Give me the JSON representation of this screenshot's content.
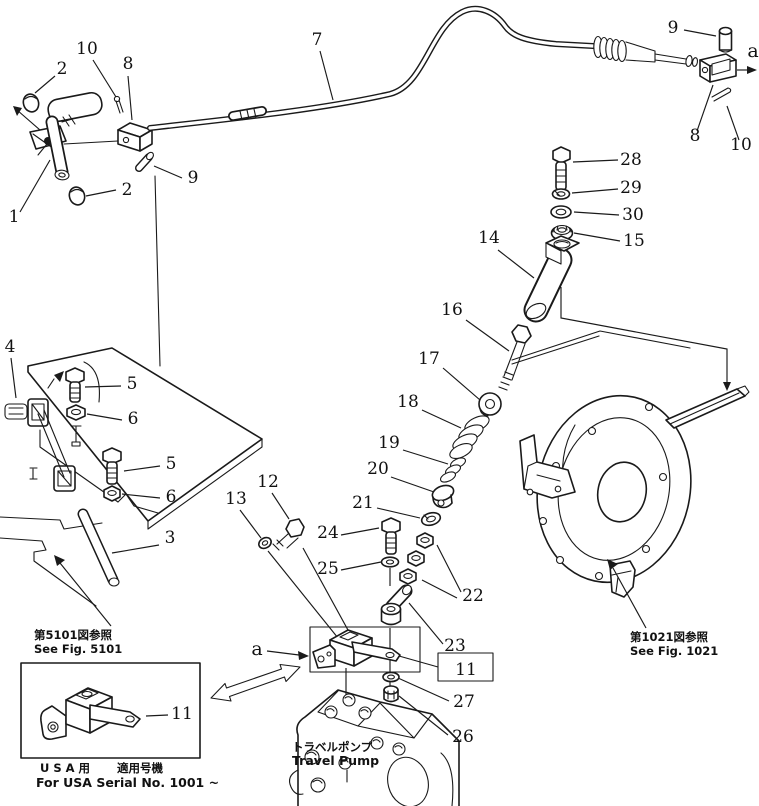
{
  "diagram": {
    "type": "exploded-parts-diagram",
    "colors": {
      "line": "#1a1a1a",
      "background": "#ffffff"
    },
    "pump_label": {
      "jp": "トラベルポンプ",
      "en": "Travel  Pump"
    },
    "notes": {
      "fig5101_jp": "第5101図参照",
      "fig5101_en": "See  Fig. 5101",
      "fig1021_jp": "第1021図参照",
      "fig1021_en": "See  Fig. 1021"
    },
    "inset": {
      "usa_jp_left": "U S A 用",
      "usa_jp_right": "適用号機",
      "usa_en": "For USA  Serial No. 1001 ~"
    },
    "part_labels": [
      {
        "t": "1"
      },
      {
        "t": "2"
      },
      {
        "t": "10"
      },
      {
        "t": "8"
      },
      {
        "t": "9"
      },
      {
        "t": "2"
      },
      {
        "t": "7"
      },
      {
        "t": "9"
      },
      {
        "t": "a"
      },
      {
        "t": "8"
      },
      {
        "t": "10"
      },
      {
        "t": "28"
      },
      {
        "t": "29"
      },
      {
        "t": "30"
      },
      {
        "t": "15"
      },
      {
        "t": "14"
      },
      {
        "t": "16"
      },
      {
        "t": "17"
      },
      {
        "t": "18"
      },
      {
        "t": "19"
      },
      {
        "t": "20"
      },
      {
        "t": "21"
      },
      {
        "t": "4"
      },
      {
        "t": "5"
      },
      {
        "t": "6"
      },
      {
        "t": "5"
      },
      {
        "t": "6"
      },
      {
        "t": "3"
      },
      {
        "t": "13"
      },
      {
        "t": "12"
      },
      {
        "t": "24"
      },
      {
        "t": "25"
      },
      {
        "t": "22"
      },
      {
        "t": "23"
      },
      {
        "t": "11"
      },
      {
        "t": "27"
      },
      {
        "t": "26"
      },
      {
        "t": "a"
      },
      {
        "t": "11"
      }
    ]
  }
}
